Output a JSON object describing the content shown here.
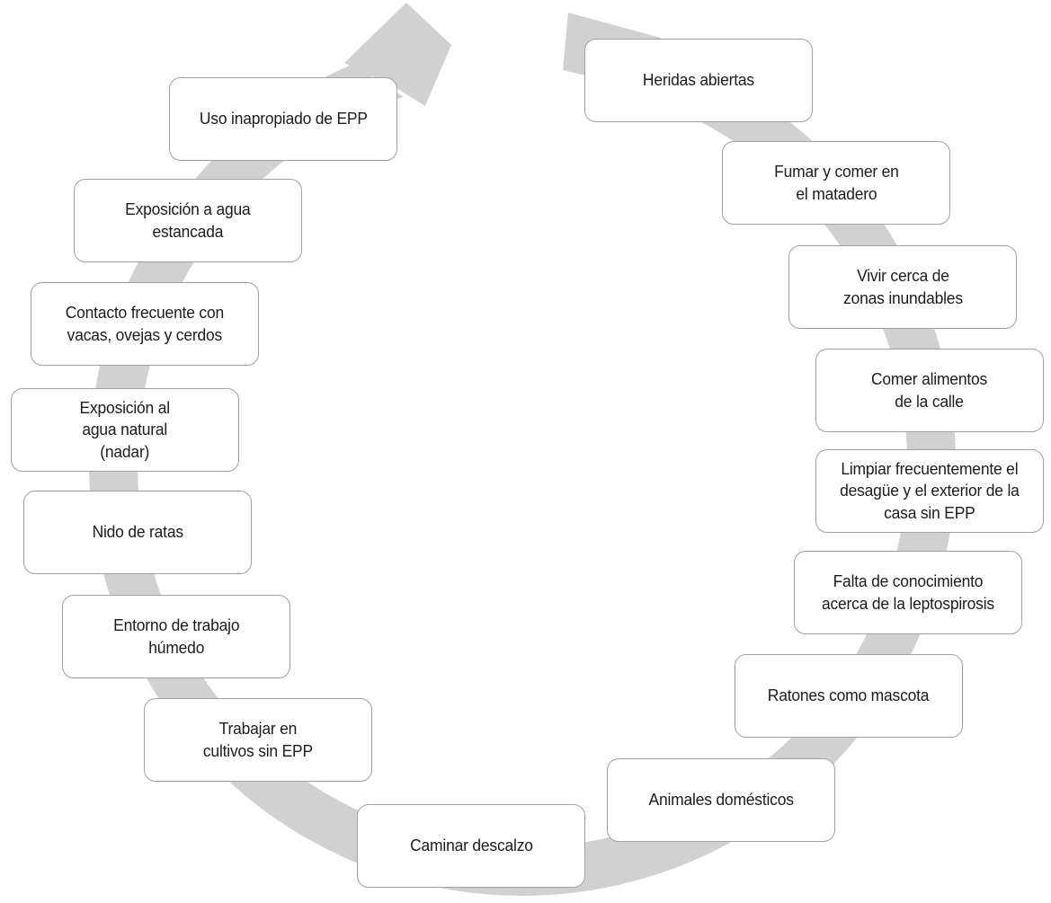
{
  "diagram": {
    "type": "cycle-arrow",
    "direction": "clockwise",
    "colors": {
      "ribbon": "#d1d1d1",
      "box_fill": "#ffffff",
      "box_border": "#a0a0a0",
      "text": "#1c1c1c",
      "background": "#ffffff"
    },
    "nodes": [
      {
        "label": "Heridas abiertas"
      },
      {
        "label": "Fumar y comer en\nel matadero"
      },
      {
        "label": "Vivir cerca de\nzonas inundables"
      },
      {
        "label": "Comer alimentos\nde la calle"
      },
      {
        "label": "Limpiar frecuentemente el\ndesagüe y el exterior de la\ncasa sin EPP"
      },
      {
        "label": "Falta de conocimiento\nacerca de la leptospirosis"
      },
      {
        "label": "Ratones como mascota"
      },
      {
        "label": "Animales domésticos"
      },
      {
        "label": "Caminar descalzo"
      },
      {
        "label": "Trabajar en\ncultivos sin EPP"
      },
      {
        "label": "Entorno de trabajo\nhúmedo"
      },
      {
        "label": "Nido de ratas"
      },
      {
        "label": "Exposición al\nagua natural\n(nadar)"
      },
      {
        "label": "Contacto frecuente con\nvacas, ovejas y cerdos"
      },
      {
        "label": "Exposición a agua\nestancada"
      },
      {
        "label": "Uso inapropiado de EPP"
      }
    ]
  }
}
